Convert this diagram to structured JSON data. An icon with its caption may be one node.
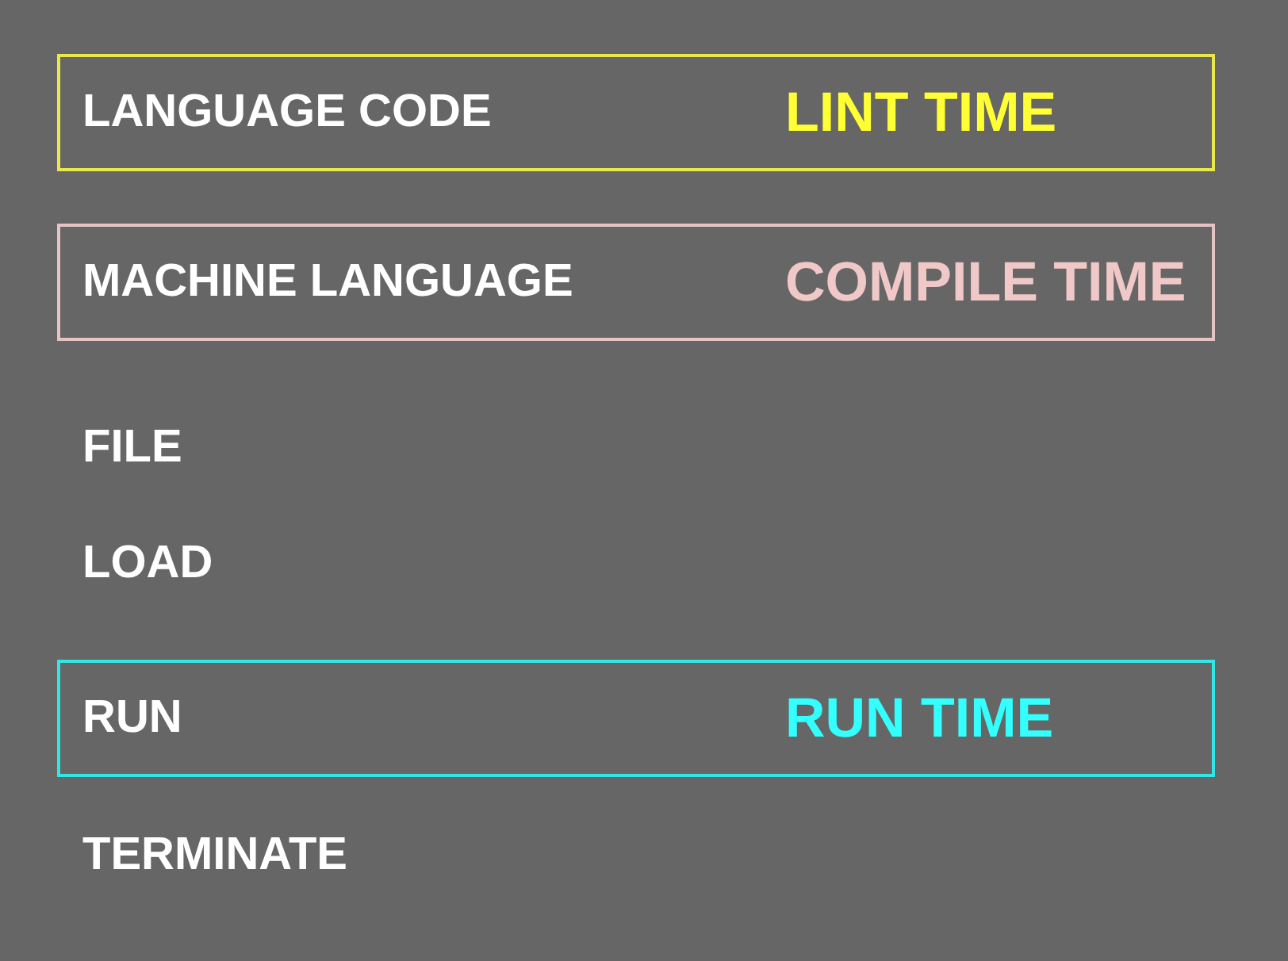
{
  "diagram": {
    "nodes": [
      {
        "text": [
          "LANGUAGE CODE",
          "LINT TIME"
        ]
      },
      {
        "text": [
          "MACHINE LANGUAGE",
          "COMPILE TIME"
        ]
      },
      {
        "text": [
          "RUN",
          "RUN TIME"
        ]
      }
    ],
    "labels": [
      "FILE",
      "LOAD",
      "TERMINATE"
    ]
  }
}
